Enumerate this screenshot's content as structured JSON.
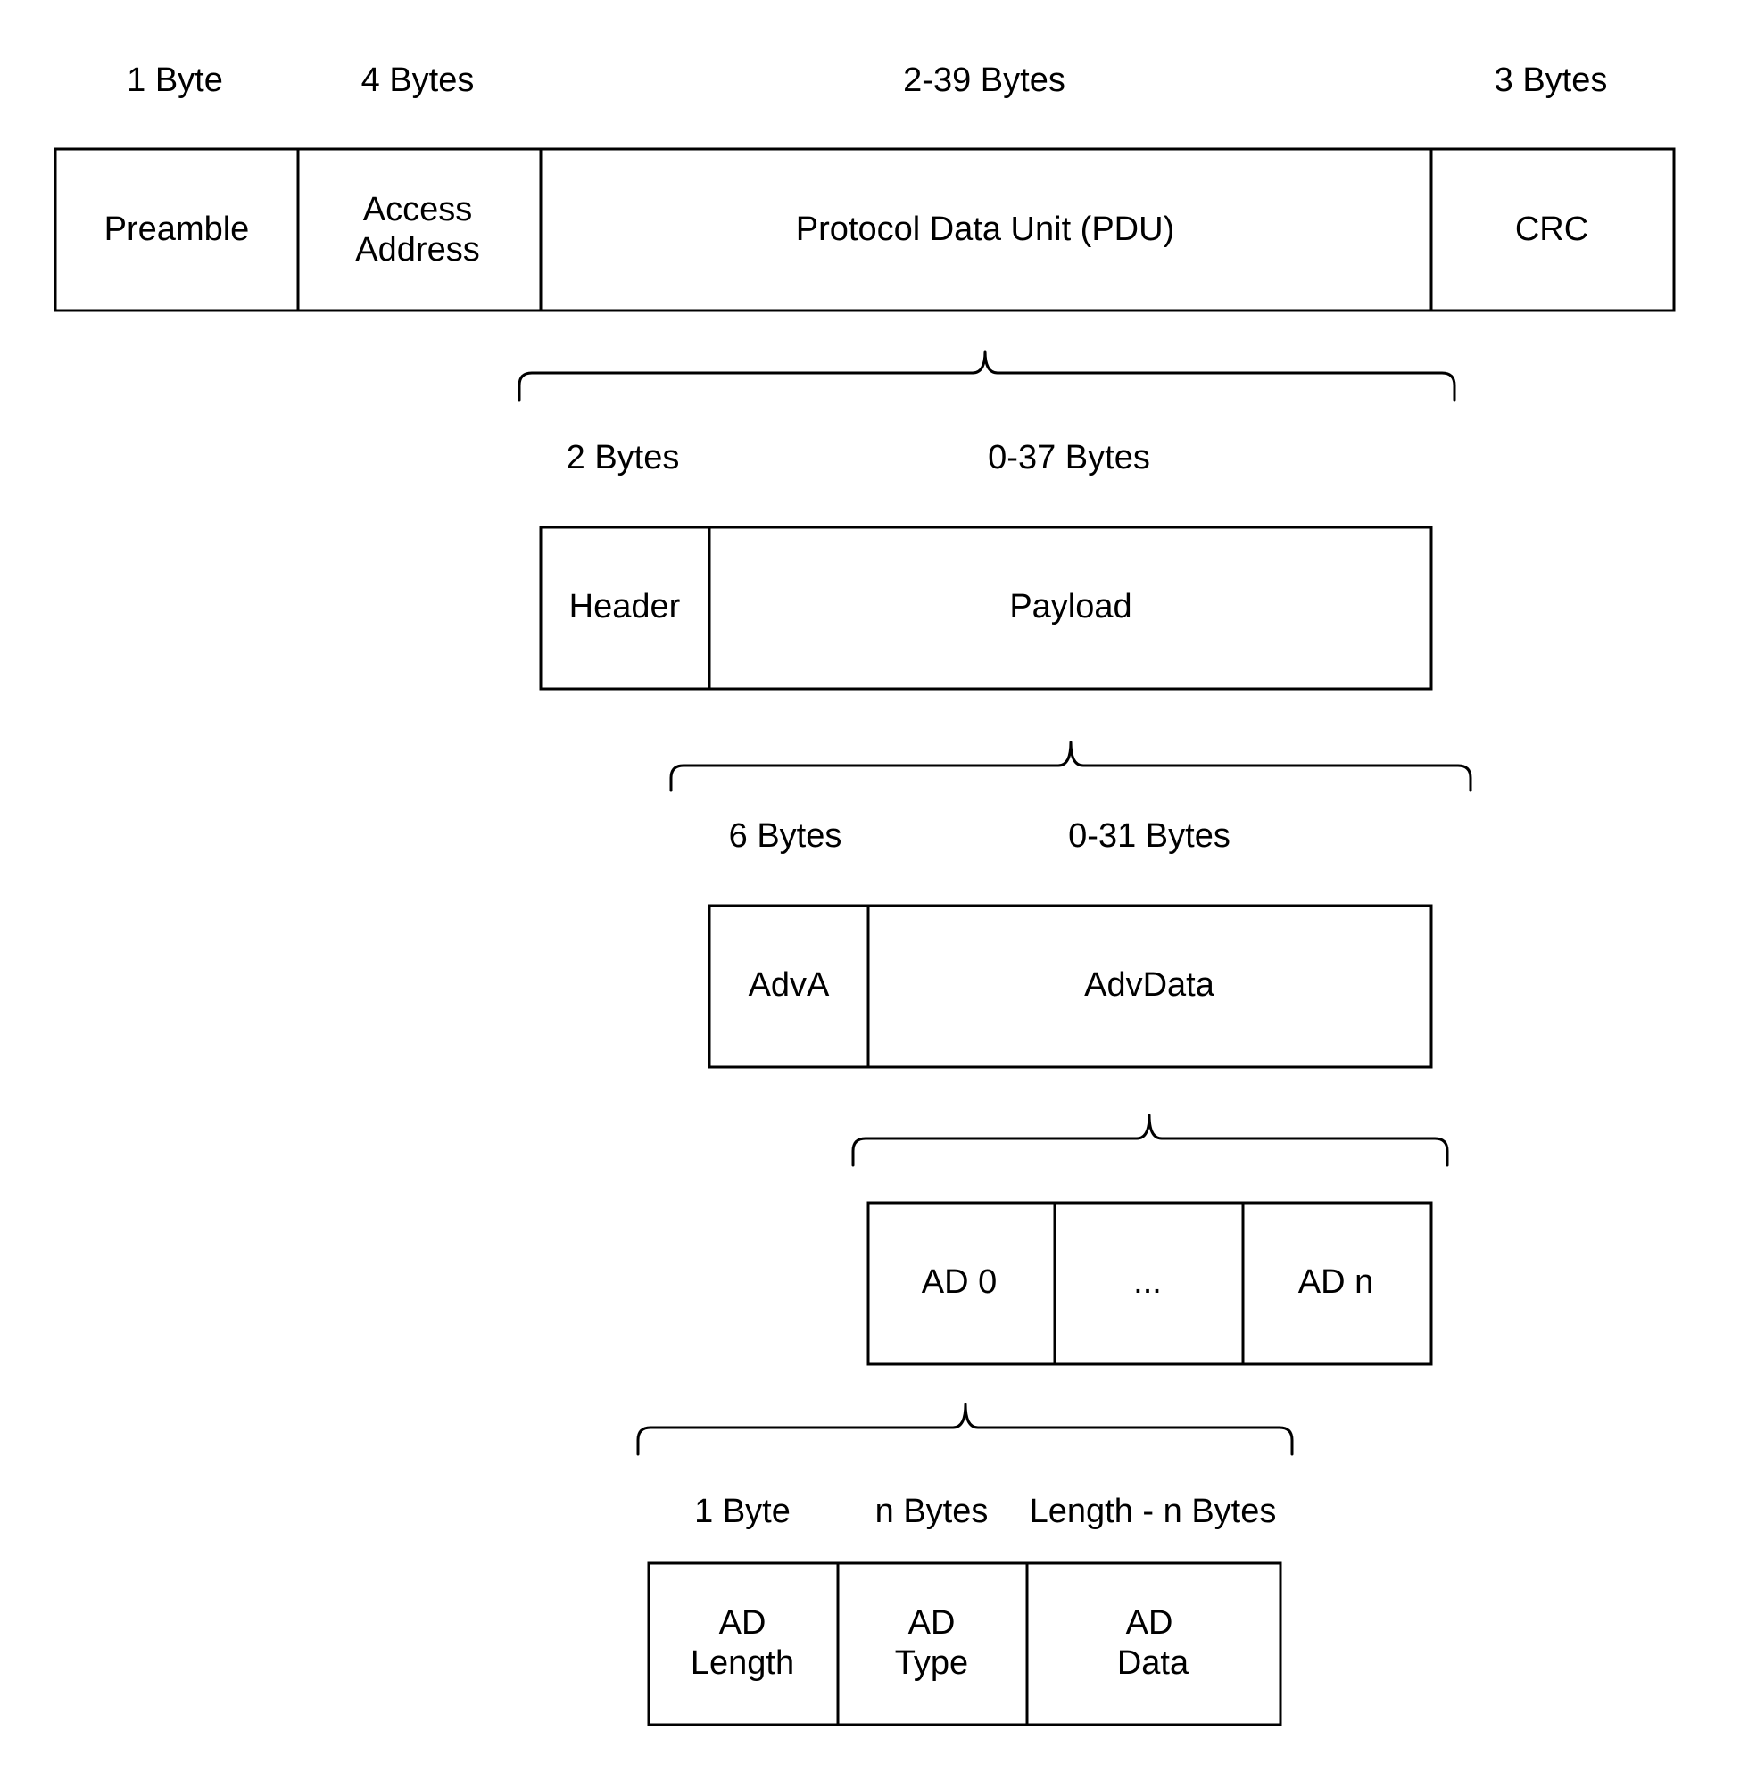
{
  "packet": {
    "sizes": [
      "1 Byte",
      "4 Bytes",
      "2-39 Bytes",
      "3 Bytes"
    ],
    "fields": [
      {
        "line1": "Preamble",
        "line2": ""
      },
      {
        "line1": "Access",
        "line2": "Address"
      },
      {
        "line1": "Protocol Data Unit (PDU)",
        "line2": ""
      },
      {
        "line1": "CRC",
        "line2": ""
      }
    ]
  },
  "pdu": {
    "sizes": [
      "2 Bytes",
      "0-37 Bytes"
    ],
    "fields": [
      "Header",
      "Payload"
    ]
  },
  "payload": {
    "sizes": [
      "6 Bytes",
      "0-31 Bytes"
    ],
    "fields": [
      "AdvA",
      "AdvData"
    ]
  },
  "advdata": {
    "fields": [
      "AD 0",
      "...",
      "AD n"
    ]
  },
  "ad_structure": {
    "sizes": [
      "1 Byte",
      "n Bytes",
      "Length - n Bytes"
    ],
    "fields": [
      {
        "line1": "AD",
        "line2": "Length"
      },
      {
        "line1": "AD",
        "line2": "Type"
      },
      {
        "line1": "AD",
        "line2": "Data"
      }
    ]
  }
}
